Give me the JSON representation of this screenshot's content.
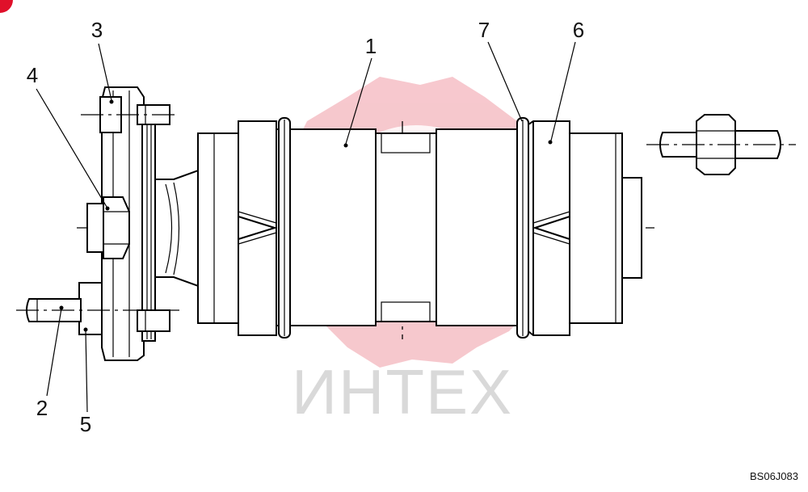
{
  "callouts": [
    {
      "id": "1",
      "text": "1"
    },
    {
      "id": "2",
      "text": "2"
    },
    {
      "id": "3",
      "text": "3"
    },
    {
      "id": "4",
      "text": "4"
    },
    {
      "id": "5",
      "text": "5"
    },
    {
      "id": "6",
      "text": "6"
    },
    {
      "id": "7",
      "text": "7"
    }
  ],
  "watermark": {
    "text": "ИНТЕХ",
    "color": "#f4b6bd",
    "text_color": "#d9d9d9"
  },
  "drawing_code": "BS06J083",
  "corner_marker_color": "#e0102a"
}
